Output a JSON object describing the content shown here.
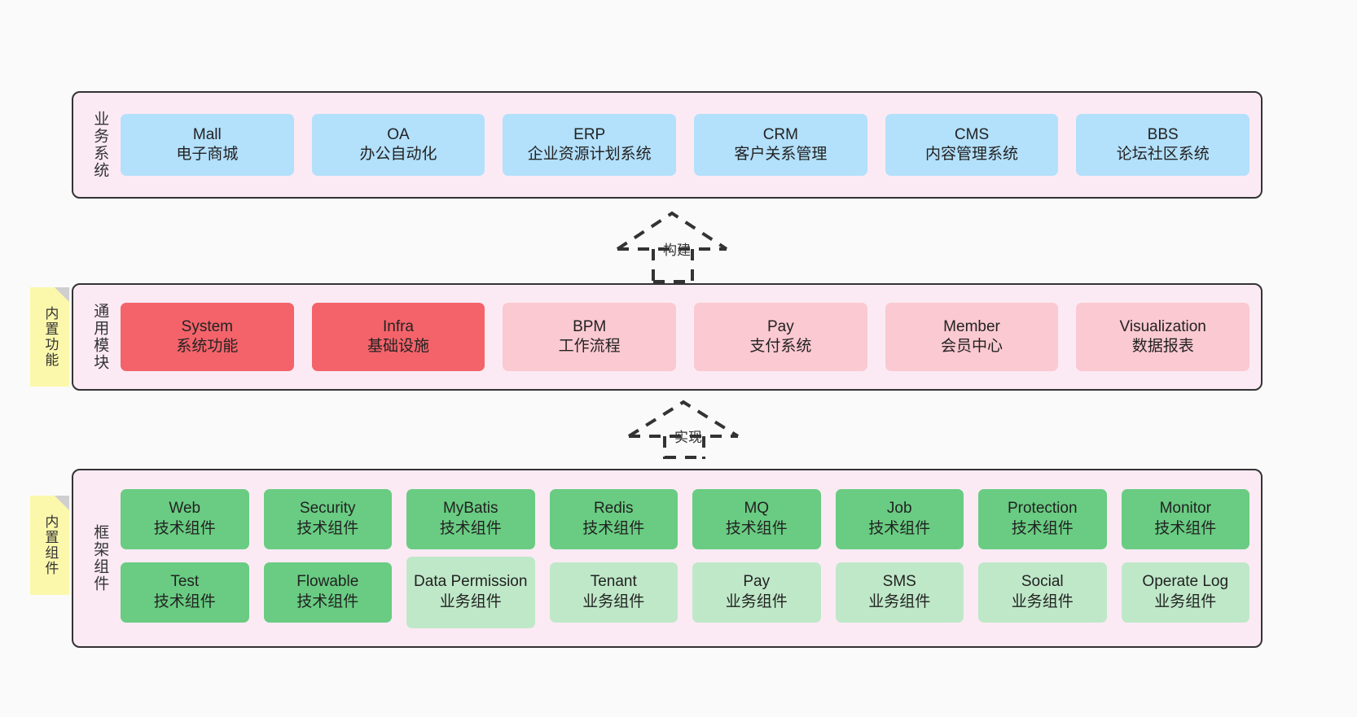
{
  "diagram": {
    "background": "#fafafa",
    "layer_fill": "#fbeaf4",
    "layer_border": "#333333",
    "note_fill": "#fbf8ac"
  },
  "notes": [
    {
      "name": "builtin-functions",
      "text": "内置功能"
    },
    {
      "name": "builtin-components",
      "text": "内置组件"
    }
  ],
  "connectors": [
    {
      "name": "build",
      "label": "构建"
    },
    {
      "name": "implement",
      "label": "实现"
    }
  ],
  "layers": [
    {
      "id": "business",
      "title": "业务系统",
      "color": "#b3e0fb",
      "nodes": [
        {
          "name": "Mall",
          "desc": "电子商城",
          "color": "#b3e0fb"
        },
        {
          "name": "OA",
          "desc": "办公自动化",
          "color": "#b3e0fb"
        },
        {
          "name": "ERP",
          "desc": "企业资源计划系统",
          "color": "#b3e0fb"
        },
        {
          "name": "CRM",
          "desc": "客户关系管理",
          "color": "#b3e0fb"
        },
        {
          "name": "CMS",
          "desc": "内容管理系统",
          "color": "#b3e0fb"
        },
        {
          "name": "BBS",
          "desc": "论坛社区系统",
          "color": "#b3e0fb"
        }
      ]
    },
    {
      "id": "modules",
      "title": "通用模块",
      "nodes": [
        {
          "name": "System",
          "desc": "系统功能",
          "color": "#f4636a"
        },
        {
          "name": "Infra",
          "desc": "基础设施",
          "color": "#f4636a"
        },
        {
          "name": "BPM",
          "desc": "工作流程",
          "color": "#fbc9d1"
        },
        {
          "name": "Pay",
          "desc": "支付系统",
          "color": "#fbc9d1"
        },
        {
          "name": "Member",
          "desc": "会员中心",
          "color": "#fbc9d1"
        },
        {
          "name": "Visualization",
          "desc": "数据报表",
          "color": "#fbc9d1"
        }
      ]
    },
    {
      "id": "framework",
      "title": "框架组件",
      "rows": [
        [
          {
            "name": "Web",
            "desc": "技术组件",
            "color": "#69cc82"
          },
          {
            "name": "Security",
            "desc": "技术组件",
            "color": "#69cc82"
          },
          {
            "name": "MyBatis",
            "desc": "技术组件",
            "color": "#69cc82"
          },
          {
            "name": "Redis",
            "desc": "技术组件",
            "color": "#69cc82"
          },
          {
            "name": "MQ",
            "desc": "技术组件",
            "color": "#69cc82"
          },
          {
            "name": "Job",
            "desc": "技术组件",
            "color": "#69cc82"
          },
          {
            "name": "Protection",
            "desc": "技术组件",
            "color": "#69cc82"
          },
          {
            "name": "Monitor",
            "desc": "技术组件",
            "color": "#69cc82"
          }
        ],
        [
          {
            "name": "Test",
            "desc": "技术组件",
            "color": "#69cc82"
          },
          {
            "name": "Flowable",
            "desc": "技术组件",
            "color": "#69cc82"
          },
          {
            "name": "Data Permission",
            "desc": "业务组件",
            "color": "#bfe8c8"
          },
          {
            "name": "Tenant",
            "desc": "业务组件",
            "color": "#bfe8c8"
          },
          {
            "name": "Pay",
            "desc": "业务组件",
            "color": "#bfe8c8"
          },
          {
            "name": "SMS",
            "desc": "业务组件",
            "color": "#bfe8c8"
          },
          {
            "name": "Social",
            "desc": "业务组件",
            "color": "#bfe8c8"
          },
          {
            "name": "Operate Log",
            "desc": "业务组件",
            "color": "#bfe8c8"
          }
        ]
      ]
    }
  ]
}
